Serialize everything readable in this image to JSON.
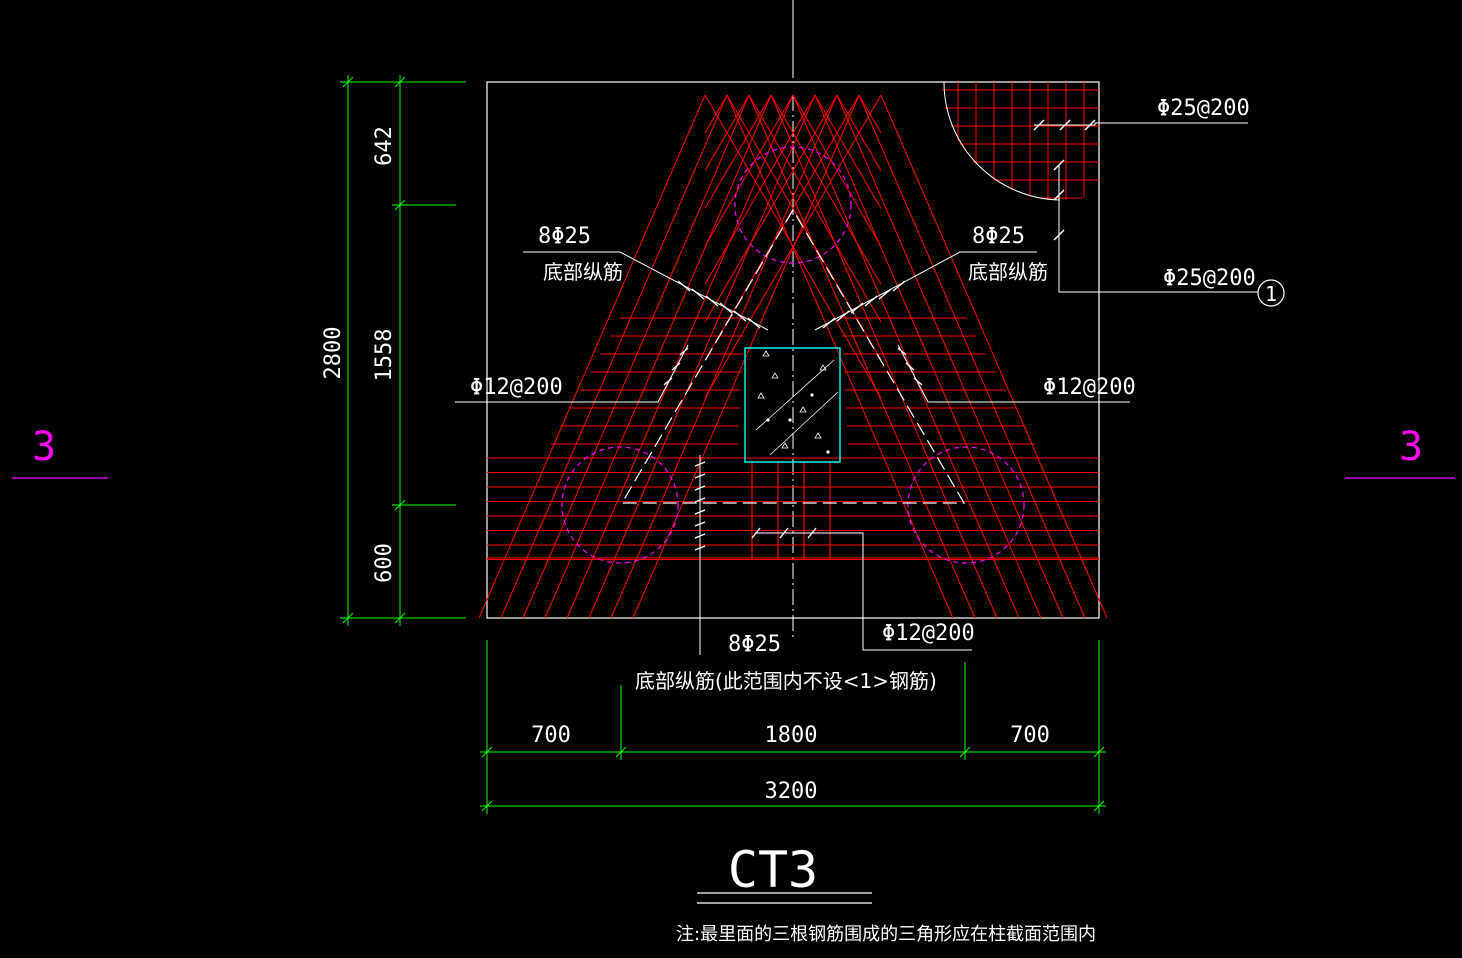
{
  "drawing": {
    "title": "CT3",
    "note": "注:最里面的三根钢筋围成的三角形应在柱截面范围内",
    "section_marks": [
      "3",
      "3"
    ],
    "detail_marker": "1"
  },
  "labels": {
    "top_right_rebar": "Φ25@200",
    "right_rebar": "Φ25@200",
    "left_bottom_bars_count": "8Φ25",
    "left_bottom_bars_desc": "底部纵筋",
    "right_bottom_bars_count": "8Φ25",
    "right_bottom_bars_desc": "底部纵筋",
    "left_stirrup": "Φ12@200",
    "right_stirrup": "Φ12@200",
    "bottom_bars_count": "8Φ25",
    "bottom_bars_desc": "底部纵筋(此范围内不设<1>钢筋)",
    "bottom_stirrup": "Φ12@200"
  },
  "dimensions": {
    "height_total": "2800",
    "height_top": "642",
    "height_mid": "1558",
    "height_bottom": "600",
    "width_left": "700",
    "width_mid": "1800",
    "width_right": "700",
    "width_total": "3200"
  },
  "colors": {
    "background": "#000000",
    "outline": "#ffffff",
    "rebar": "#ff0000",
    "dimension": "#00ff00",
    "pile": "#ff00ff",
    "column": "#00ffff",
    "text": "#ffffff"
  }
}
